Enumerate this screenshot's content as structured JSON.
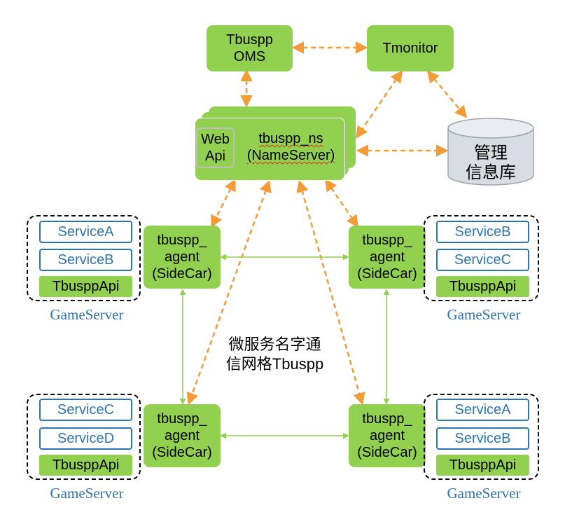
{
  "colors": {
    "node_green": "#92d050",
    "service_blue": "#2e75b6",
    "orange_link": "#f29b37",
    "green_link": "#92d050",
    "db_fill": "#d9dde3"
  },
  "oms": {
    "line1": "Tbuspp",
    "line2": "OMS"
  },
  "tmonitor": {
    "label": "Tmonitor"
  },
  "nameserver": {
    "webapi_line1": "Web",
    "webapi_line2": "Api",
    "line1": "tbuspp_ns",
    "line2": "(NameServer)"
  },
  "database": {
    "line1": "管理",
    "line2": "信息库"
  },
  "center": {
    "line1": "微服务名字通",
    "line2": "信网格Tbuspp"
  },
  "agent": {
    "line1": "tbuspp_",
    "line2": "agent",
    "line3": "(SideCar)"
  },
  "gameservers": [
    {
      "services": [
        "ServiceA",
        "ServiceB"
      ],
      "api": "TbusppApi",
      "label": "GameServer"
    },
    {
      "services": [
        "ServiceB",
        "ServiceC"
      ],
      "api": "TbusppApi",
      "label": "GameServer"
    },
    {
      "services": [
        "ServiceC",
        "ServiceD"
      ],
      "api": "TbusppApi",
      "label": "GameServer"
    },
    {
      "services": [
        "ServiceA",
        "ServiceB"
      ],
      "api": "TbusppApi",
      "label": "GameServer"
    }
  ]
}
